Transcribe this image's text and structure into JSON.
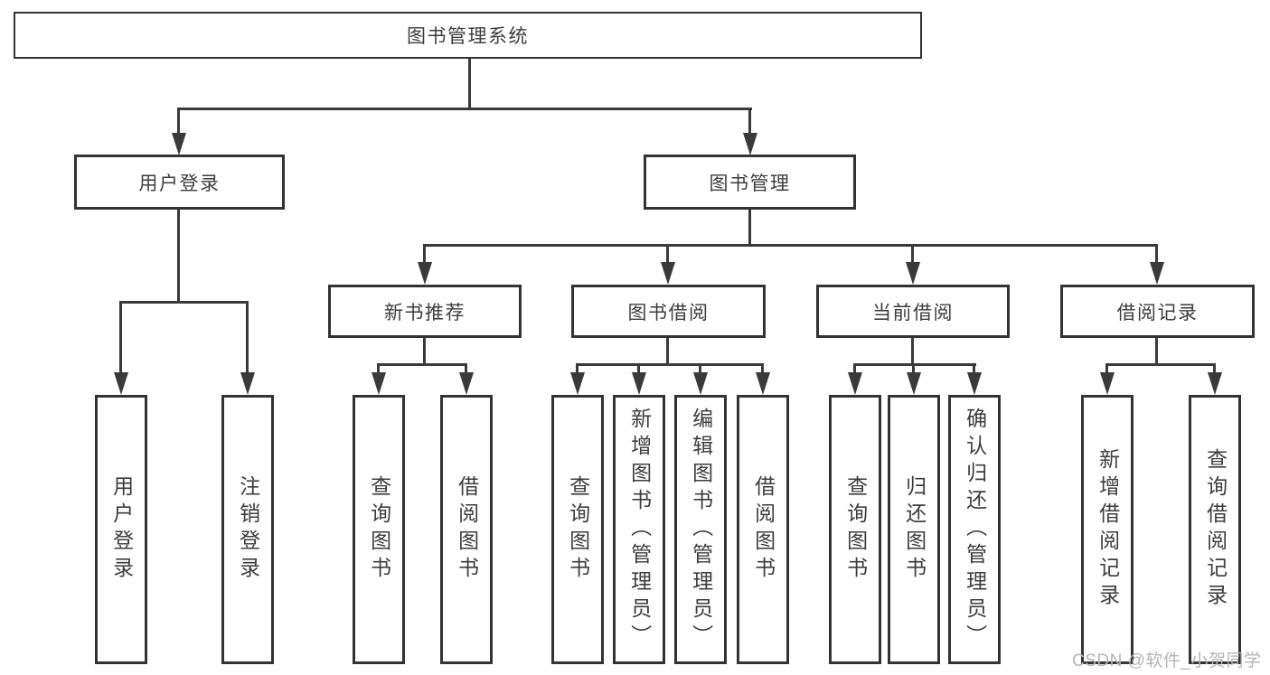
{
  "diagram": {
    "root": {
      "label": "图书管理系统"
    },
    "branches": [
      {
        "label": "用户登录",
        "children": [
          {
            "label": "用户登录"
          },
          {
            "label": "注销登录"
          }
        ]
      },
      {
        "label": "图书管理",
        "children": [
          {
            "label": "新书推荐",
            "children": [
              {
                "label": "查询图书"
              },
              {
                "label": "借阅图书"
              }
            ]
          },
          {
            "label": "图书借阅",
            "children": [
              {
                "label": "查询图书"
              },
              {
                "label": "新增图书（管理员）"
              },
              {
                "label": "编辑图书（管理员）"
              },
              {
                "label": "借阅图书"
              }
            ]
          },
          {
            "label": "当前借阅",
            "children": [
              {
                "label": "查询图书"
              },
              {
                "label": "归还图书"
              },
              {
                "label": "确认归还（管理员）"
              }
            ]
          },
          {
            "label": "借阅记录",
            "children": [
              {
                "label": "新增借阅记录"
              },
              {
                "label": "查询借阅记录"
              }
            ]
          }
        ]
      }
    ]
  },
  "watermark": {
    "text": "CSDN @软件_小贺同学",
    "color": "#b5b5b5"
  },
  "colors": {
    "line": "#3a3a3a",
    "box_border": "#333333",
    "background": "#ffffff",
    "text": "#3d3d3d"
  }
}
